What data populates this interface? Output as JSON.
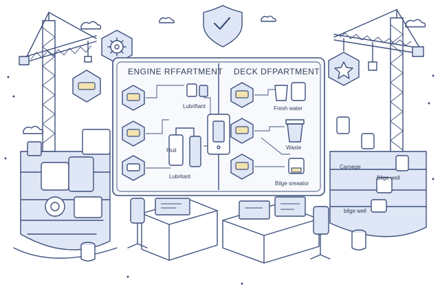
{
  "panels": {
    "engine": {
      "title": "ENGINE RFFARTMENT",
      "labels": [
        "Lubrifiant",
        "Fiuli",
        "Lubritant"
      ]
    },
    "deck": {
      "title": "DECK DFPARTMENT",
      "labels": [
        "Fresh water",
        "Waste",
        "Bilge sreaator"
      ]
    }
  },
  "side_labels": [
    "Caroege",
    "Bilge well",
    "bilge well"
  ],
  "palette": {
    "line": "#3d4f7c",
    "fill": "#dfe6f5",
    "accent": "#f3e3b0",
    "panel": "#f7f9fd"
  }
}
